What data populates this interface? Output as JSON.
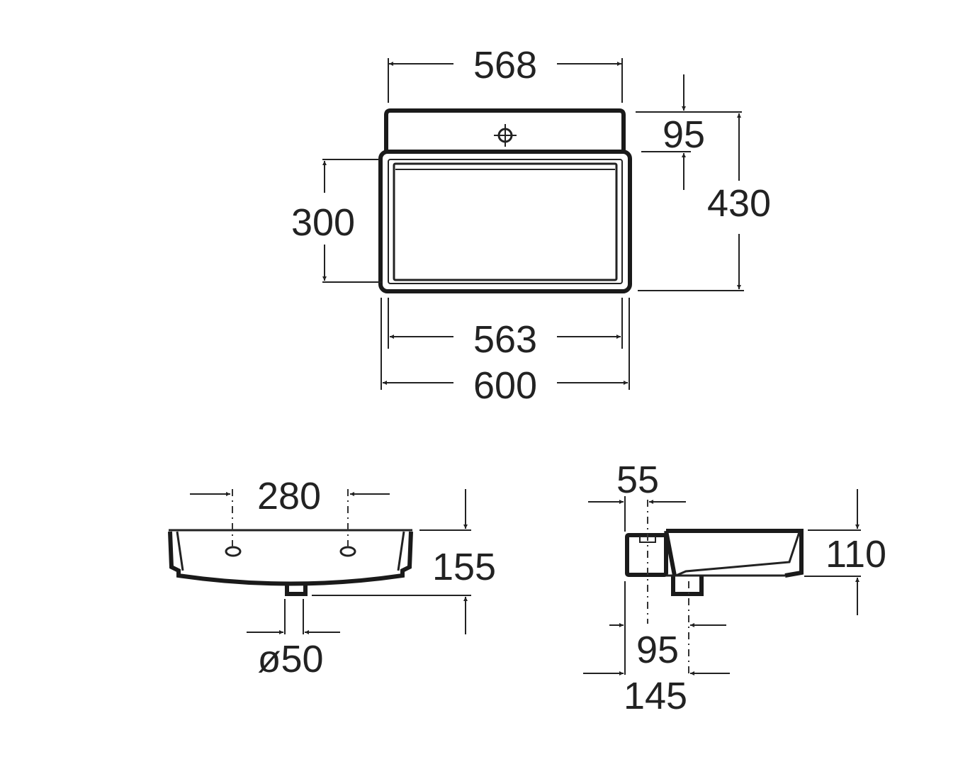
{
  "top_view": {
    "width_back_ledge": "568",
    "ledge_depth": "95",
    "total_depth": "430",
    "bowl_depth": "300",
    "bowl_width": "563",
    "total_width": "600"
  },
  "front_view": {
    "tap_hole_spacing": "280",
    "height": "155",
    "waste_diameter": "ø50"
  },
  "side_view": {
    "hole_offset": "55",
    "height": "110",
    "waste_offset": "95",
    "overall_depth": "145"
  }
}
